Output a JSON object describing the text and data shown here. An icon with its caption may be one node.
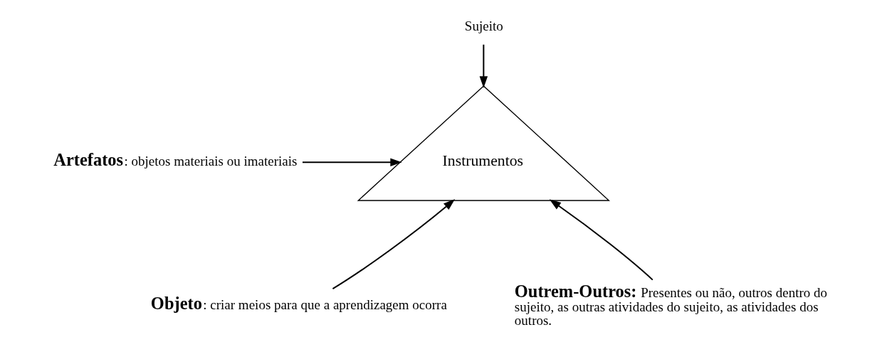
{
  "diagram": {
    "nodes": [
      {
        "text": [
          "Sujeito"
        ]
      },
      {
        "text": [
          "Instrumentos"
        ]
      },
      {
        "text": [
          "**Artefatos**: objetos materiais ou imateriais"
        ]
      },
      {
        "text": [
          "**Objeto**: criar meios para que a aprendizagem ocorra"
        ]
      },
      {
        "text": [
          "**Outrem-Outros:** Presentes ou não, outros dentro do sujeito, as outras atividades do sujeito, as atividades dos outros."
        ]
      }
    ],
    "edges": [
      {
        "from": 0,
        "to": 1,
        "arrow": "to"
      },
      {
        "from": 2,
        "to": 1,
        "arrow": "to"
      },
      {
        "from": 3,
        "to": 1,
        "arrow": "to"
      },
      {
        "from": 4,
        "to": 1,
        "arrow": "to"
      }
    ]
  }
}
